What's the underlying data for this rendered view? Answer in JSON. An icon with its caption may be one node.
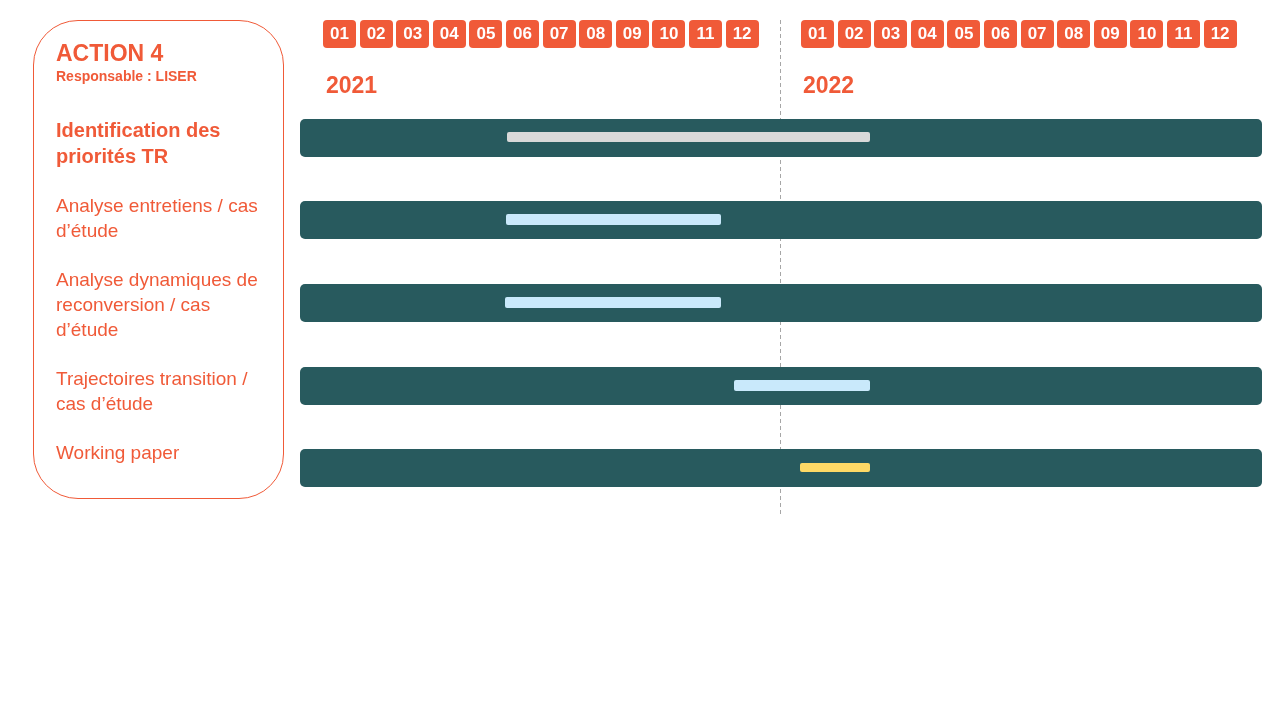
{
  "diagram": {
    "nodes": [
      {
        "text": [
          "ACTION 4",
          "Responsable : LISER",
          "Identification des priorités TR",
          "Analyse entretiens / cas d’étude",
          "Analyse dynamiques de reconversion / cas d’étude",
          "Trajectoires transition / cas d’étude",
          "Working paper"
        ]
      },
      {
        "text": [
          "01"
        ]
      },
      {
        "text": [
          "02"
        ]
      },
      {
        "text": [
          "03"
        ]
      },
      {
        "text": [
          "04"
        ]
      },
      {
        "text": [
          "05"
        ]
      },
      {
        "text": [
          "06"
        ]
      },
      {
        "text": [
          "07"
        ]
      },
      {
        "text": [
          "08"
        ]
      },
      {
        "text": [
          "09"
        ]
      },
      {
        "text": [
          "10"
        ]
      },
      {
        "text": [
          "11"
        ]
      },
      {
        "text": [
          "12"
        ]
      },
      {
        "text": [
          "01"
        ]
      },
      {
        "text": [
          "02"
        ]
      },
      {
        "text": [
          "03"
        ]
      },
      {
        "text": [
          "04"
        ]
      },
      {
        "text": [
          "05"
        ]
      },
      {
        "text": [
          "06"
        ]
      },
      {
        "text": [
          "07"
        ]
      },
      {
        "text": [
          "08"
        ]
      },
      {
        "text": [
          "09"
        ]
      },
      {
        "text": [
          "10"
        ]
      },
      {
        "text": [
          "11"
        ]
      },
      {
        "text": [
          "12"
        ]
      },
      {
        "text": [],
        "shape": "bar"
      },
      {
        "text": [],
        "shape": "bar"
      },
      {
        "text": [],
        "shape": "bar"
      },
      {
        "text": [],
        "shape": "bar"
      },
      {
        "text": [],
        "shape": "bar"
      },
      {
        "text": [],
        "shape": "bar",
        "in": 25
      },
      {
        "text": [],
        "shape": "bar",
        "in": 26
      },
      {
        "text": [],
        "shape": "bar",
        "in": 27
      },
      {
        "text": [],
        "shape": "bar",
        "in": 28
      },
      {
        "text": [],
        "shape": "bar",
        "in": 29
      }
    ],
    "labels": [
      "2021",
      "2022"
    ]
  }
}
